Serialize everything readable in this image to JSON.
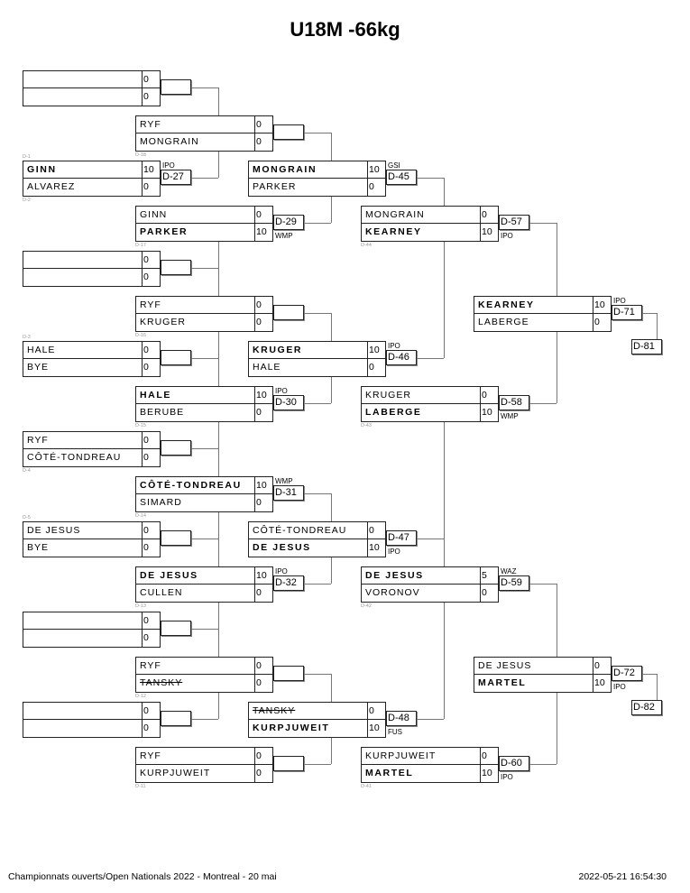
{
  "title": "U18M -66kg",
  "footer": {
    "event": "Championnats ouverts/Open Nationals 2022 - Montreal - 20 mai",
    "timestamp": "2022-05-21 16:54:30"
  },
  "round1": [
    {
      "label_top": "",
      "label_bottom": "",
      "top": {
        "name": "",
        "score": "0"
      },
      "bottom": {
        "name": "",
        "score": "0"
      }
    },
    {
      "label_top": "D-1",
      "label_bottom": "D-2",
      "top": {
        "name": "GINN",
        "score": "10",
        "winner": true
      },
      "bottom": {
        "name": "ALVAREZ",
        "score": "0"
      },
      "decision": {
        "code": "D-27",
        "win_type": "IPO",
        "win_type_pos": "above"
      }
    },
    {
      "label_top": "",
      "label_bottom": "",
      "top": {
        "name": "",
        "score": "0"
      },
      "bottom": {
        "name": "",
        "score": "0"
      }
    },
    {
      "label_top": "D-3",
      "label_bottom": "",
      "top": {
        "name": "HALE",
        "score": "0"
      },
      "bottom": {
        "name": "BYE",
        "score": "0"
      }
    },
    {
      "label_top": "",
      "label_bottom": "D-4",
      "top": {
        "name": "RYF",
        "score": "0"
      },
      "bottom": {
        "name": "CÔTÉ-TONDREAU",
        "score": "0"
      }
    },
    {
      "label_top": "D-5",
      "label_bottom": "",
      "top": {
        "name": "DE JESUS",
        "score": "0"
      },
      "bottom": {
        "name": "BYE",
        "score": "0"
      }
    },
    {
      "label_top": "",
      "label_bottom": "",
      "top": {
        "name": "",
        "score": "0"
      },
      "bottom": {
        "name": "",
        "score": "0"
      }
    },
    {
      "label_top": "",
      "label_bottom": "",
      "top": {
        "name": "",
        "score": "0"
      },
      "bottom": {
        "name": "",
        "score": "0"
      }
    }
  ],
  "round2": [
    {
      "label_bottom": "D-18",
      "top": {
        "name": "RYF",
        "score": "0"
      },
      "bottom": {
        "name": "MONGRAIN",
        "score": "0"
      }
    },
    {
      "label_bottom": "D-17",
      "top": {
        "name": "GINN",
        "score": "0"
      },
      "bottom": {
        "name": "PARKER",
        "score": "10",
        "winner": true
      },
      "decision": {
        "code": "D-29",
        "win_type": "WMP",
        "win_type_pos": "below"
      }
    },
    {
      "label_bottom": "D-16",
      "top": {
        "name": "RYF",
        "score": "0"
      },
      "bottom": {
        "name": "KRUGER",
        "score": "0"
      }
    },
    {
      "label_bottom": "D-15",
      "top": {
        "name": "HALE",
        "score": "10",
        "winner": true
      },
      "bottom": {
        "name": "BERUBE",
        "score": "0"
      },
      "decision": {
        "code": "D-30",
        "win_type": "IPO",
        "win_type_pos": "above"
      }
    },
    {
      "label_bottom": "D-14",
      "top": {
        "name": "CÔTÉ-TONDREAU",
        "score": "10",
        "winner": true
      },
      "bottom": {
        "name": "SIMARD",
        "score": "0"
      },
      "decision": {
        "code": "D-31",
        "win_type": "WMP",
        "win_type_pos": "above"
      }
    },
    {
      "label_bottom": "D-13",
      "top": {
        "name": "DE JESUS",
        "score": "10",
        "winner": true
      },
      "bottom": {
        "name": "CULLEN",
        "score": "0"
      },
      "decision": {
        "code": "D-32",
        "win_type": "IPO",
        "win_type_pos": "above"
      }
    },
    {
      "label_bottom": "D-12",
      "top": {
        "name": "RYF",
        "score": "0"
      },
      "bottom": {
        "name": "TANSKY",
        "score": "0",
        "struck": true
      }
    },
    {
      "label_bottom": "D-11",
      "top": {
        "name": "RYF",
        "score": "0"
      },
      "bottom": {
        "name": "KURPJUWEIT",
        "score": "0"
      }
    }
  ],
  "round3": [
    {
      "top": {
        "name": "MONGRAIN",
        "score": "10",
        "winner": true
      },
      "bottom": {
        "name": "PARKER",
        "score": "0"
      },
      "decision": {
        "code": "D-45",
        "win_type": "GSI",
        "win_type_pos": "above"
      }
    },
    {
      "top": {
        "name": "KRUGER",
        "score": "10",
        "winner": true
      },
      "bottom": {
        "name": "HALE",
        "score": "0"
      },
      "decision": {
        "code": "D-46",
        "win_type": "IPO",
        "win_type_pos": "above"
      }
    },
    {
      "top": {
        "name": "CÔTÉ-TONDREAU",
        "score": "0"
      },
      "bottom": {
        "name": "DE JESUS",
        "score": "10",
        "winner": true
      },
      "decision": {
        "code": "D-47",
        "win_type": "IPO",
        "win_type_pos": "below"
      }
    },
    {
      "top": {
        "name": "TANSKY",
        "score": "0",
        "struck": true
      },
      "bottom": {
        "name": "KURPJUWEIT",
        "score": "10",
        "winner": true
      },
      "decision": {
        "code": "D-48",
        "win_type": "FUS",
        "win_type_pos": "below"
      }
    }
  ],
  "round4": [
    {
      "label_bottom": "D-44",
      "top": {
        "name": "MONGRAIN",
        "score": "0"
      },
      "bottom": {
        "name": "KEARNEY",
        "score": "10",
        "winner": true
      },
      "decision": {
        "code": "D-57",
        "win_type": "IPO",
        "win_type_pos": "below"
      }
    },
    {
      "label_bottom": "D-43",
      "top": {
        "name": "KRUGER",
        "score": "0"
      },
      "bottom": {
        "name": "LABERGE",
        "score": "10",
        "winner": true
      },
      "decision": {
        "code": "D-58",
        "win_type": "WMP",
        "win_type_pos": "below"
      }
    },
    {
      "label_bottom": "D-42",
      "top": {
        "name": "DE JESUS",
        "score": "5",
        "winner": true
      },
      "bottom": {
        "name": "VORONOV",
        "score": "0"
      },
      "decision": {
        "code": "D-59",
        "win_type": "WAZ",
        "win_type_pos": "above"
      }
    },
    {
      "label_bottom": "D-41",
      "top": {
        "name": "KURPJUWEIT",
        "score": "0"
      },
      "bottom": {
        "name": "MARTEL",
        "score": "10",
        "winner": true
      },
      "decision": {
        "code": "D-60",
        "win_type": "IPO",
        "win_type_pos": "below"
      }
    }
  ],
  "round5": [
    {
      "top": {
        "name": "KEARNEY",
        "score": "10",
        "winner": true
      },
      "bottom": {
        "name": "LABERGE",
        "score": "0"
      },
      "decision": {
        "code": "D-71",
        "win_type": "IPO",
        "win_type_pos": "above"
      },
      "next": "D-81"
    },
    {
      "top": {
        "name": "DE JESUS",
        "score": "0"
      },
      "bottom": {
        "name": "MARTEL",
        "score": "10",
        "winner": true
      },
      "decision": {
        "code": "D-72",
        "win_type": "IPO",
        "win_type_pos": "below"
      },
      "next": "D-82"
    }
  ]
}
